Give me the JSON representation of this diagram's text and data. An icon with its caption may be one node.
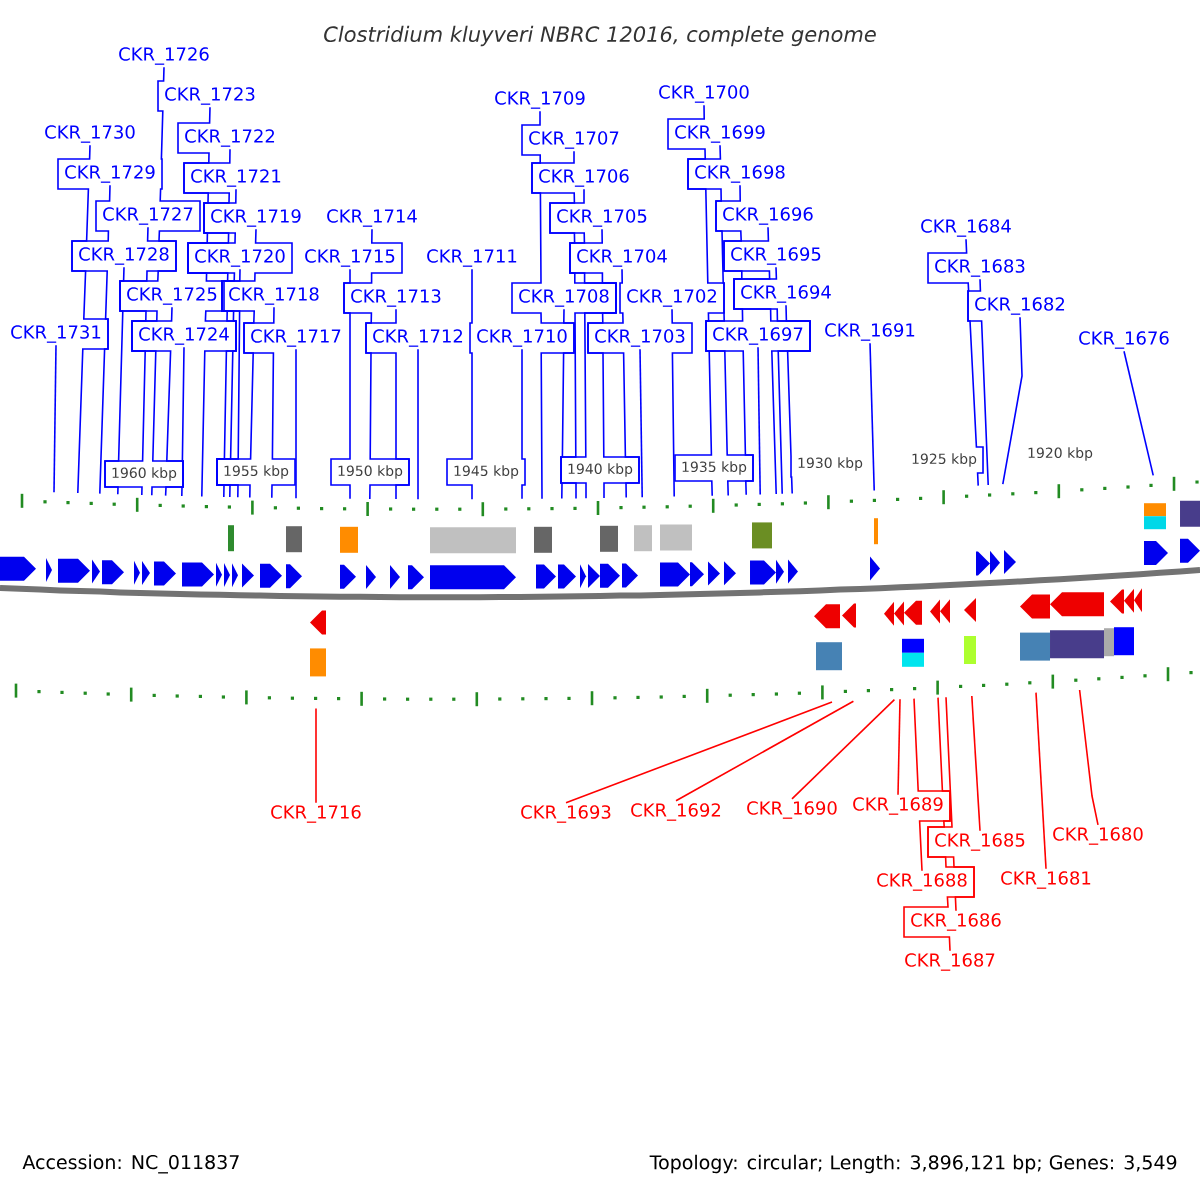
{
  "diagram": {
    "title": "Clostridium kluyveri NBRC 12016, complete genome",
    "nodes": [
      {
        "text": [
          "CKR_1731"
        ]
      },
      {
        "text": [
          "CKR_1730"
        ]
      },
      {
        "text": [
          "CKR_1729"
        ]
      },
      {
        "text": [
          "CKR_1728"
        ]
      },
      {
        "text": [
          "CKR_1727"
        ]
      },
      {
        "text": [
          "CKR_1726"
        ]
      },
      {
        "text": [
          "CKR_1725"
        ]
      },
      {
        "text": [
          "CKR_1724"
        ]
      },
      {
        "text": [
          "CKR_1723"
        ]
      },
      {
        "text": [
          "CKR_1722"
        ]
      },
      {
        "text": [
          "CKR_1721"
        ]
      },
      {
        "text": [
          "CKR_1720"
        ]
      },
      {
        "text": [
          "CKR_1719"
        ]
      },
      {
        "text": [
          "CKR_1718"
        ]
      },
      {
        "text": [
          "CKR_1717"
        ]
      },
      {
        "text": [
          "CKR_1715"
        ]
      },
      {
        "text": [
          "CKR_1714"
        ]
      },
      {
        "text": [
          "CKR_1713"
        ]
      },
      {
        "text": [
          "CKR_1712"
        ]
      },
      {
        "text": [
          "CKR_1711"
        ]
      },
      {
        "text": [
          "CKR_1710"
        ]
      },
      {
        "text": [
          "CKR_1709"
        ]
      },
      {
        "text": [
          "CKR_1708"
        ]
      },
      {
        "text": [
          "CKR_1707"
        ]
      },
      {
        "text": [
          "CKR_1706"
        ]
      },
      {
        "text": [
          "CKR_1705"
        ]
      },
      {
        "text": [
          "CKR_1704"
        ]
      },
      {
        "text": [
          "CKR_1703"
        ]
      },
      {
        "text": [
          "CKR_1702"
        ]
      },
      {
        "text": [
          "CKR_1700"
        ]
      },
      {
        "text": [
          "CKR_1699"
        ]
      },
      {
        "text": [
          "CKR_1698"
        ]
      },
      {
        "text": [
          "CKR_1697"
        ]
      },
      {
        "text": [
          "CKR_1696"
        ]
      },
      {
        "text": [
          "CKR_1695"
        ]
      },
      {
        "text": [
          "CKR_1694"
        ]
      },
      {
        "text": [
          "CKR_1691"
        ]
      },
      {
        "text": [
          "CKR_1684"
        ]
      },
      {
        "text": [
          "CKR_1683"
        ]
      },
      {
        "text": [
          "CKR_1682"
        ]
      },
      {
        "text": [
          "CKR_1676"
        ]
      },
      {
        "text": [
          "CKR_1716"
        ]
      },
      {
        "text": [
          "CKR_1693"
        ]
      },
      {
        "text": [
          "CKR_1692"
        ]
      },
      {
        "text": [
          "CKR_1690"
        ]
      },
      {
        "text": [
          "CKR_1689"
        ]
      },
      {
        "text": [
          "CKR_1688"
        ]
      },
      {
        "text": [
          "CKR_1687"
        ]
      },
      {
        "text": [
          "CKR_1686"
        ]
      },
      {
        "text": [
          "CKR_1685"
        ]
      },
      {
        "text": [
          "CKR_1681"
        ]
      },
      {
        "text": [
          "CKR_1680"
        ]
      },
      {
        "text": [],
        "shape": "ruler"
      },
      {
        "text": [],
        "shape": "ruler"
      }
    ],
    "edges": [
      {
        "from": 0,
        "to": 52,
        "arrow": "none"
      },
      {
        "from": 1,
        "to": 52,
        "arrow": "none"
      },
      {
        "from": 2,
        "to": 52,
        "arrow": "none"
      },
      {
        "from": 3,
        "to": 52,
        "arrow": "none"
      },
      {
        "from": 4,
        "to": 52,
        "arrow": "none"
      },
      {
        "from": 5,
        "to": 52,
        "arrow": "none"
      },
      {
        "from": 6,
        "to": 52,
        "arrow": "none"
      },
      {
        "from": 7,
        "to": 52,
        "arrow": "none"
      },
      {
        "from": 8,
        "to": 52,
        "arrow": "none"
      },
      {
        "from": 9,
        "to": 52,
        "arrow": "none"
      },
      {
        "from": 10,
        "to": 52,
        "arrow": "none"
      },
      {
        "from": 11,
        "to": 52,
        "arrow": "none"
      },
      {
        "from": 12,
        "to": 52,
        "arrow": "none"
      },
      {
        "from": 13,
        "to": 52,
        "arrow": "none"
      },
      {
        "from": 14,
        "to": 52,
        "arrow": "none"
      },
      {
        "from": 15,
        "to": 52,
        "arrow": "none"
      },
      {
        "from": 16,
        "to": 52,
        "arrow": "none"
      },
      {
        "from": 17,
        "to": 52,
        "arrow": "none"
      },
      {
        "from": 18,
        "to": 52,
        "arrow": "none"
      },
      {
        "from": 19,
        "to": 52,
        "arrow": "none"
      },
      {
        "from": 20,
        "to": 52,
        "arrow": "none"
      },
      {
        "from": 21,
        "to": 52,
        "arrow": "none"
      },
      {
        "from": 22,
        "to": 52,
        "arrow": "none"
      },
      {
        "from": 23,
        "to": 52,
        "arrow": "none"
      },
      {
        "from": 24,
        "to": 52,
        "arrow": "none"
      },
      {
        "from": 25,
        "to": 52,
        "arrow": "none"
      },
      {
        "from": 26,
        "to": 52,
        "arrow": "none"
      },
      {
        "from": 27,
        "to": 52,
        "arrow": "none"
      },
      {
        "from": 28,
        "to": 52,
        "arrow": "none"
      },
      {
        "from": 29,
        "to": 52,
        "arrow": "none"
      },
      {
        "from": 30,
        "to": 52,
        "arrow": "none"
      },
      {
        "from": 31,
        "to": 52,
        "arrow": "none"
      },
      {
        "from": 32,
        "to": 52,
        "arrow": "none"
      },
      {
        "from": 33,
        "to": 52,
        "arrow": "none"
      },
      {
        "from": 34,
        "to": 52,
        "arrow": "none"
      },
      {
        "from": 35,
        "to": 52,
        "arrow": "none"
      },
      {
        "from": 36,
        "to": 52,
        "arrow": "none"
      },
      {
        "from": 37,
        "to": 52,
        "arrow": "none"
      },
      {
        "from": 38,
        "to": 52,
        "arrow": "none"
      },
      {
        "from": 39,
        "to": 52,
        "arrow": "none"
      },
      {
        "from": 40,
        "to": 52,
        "arrow": "none"
      },
      {
        "from": 41,
        "to": 53,
        "arrow": "none",
        "color": "#ff0000"
      },
      {
        "from": 42,
        "to": 53,
        "arrow": "none",
        "color": "#ff0000"
      },
      {
        "from": 43,
        "to": 53,
        "arrow": "none",
        "color": "#ff0000"
      },
      {
        "from": 44,
        "to": 53,
        "arrow": "none",
        "color": "#ff0000"
      },
      {
        "from": 45,
        "to": 53,
        "arrow": "none",
        "color": "#ff0000"
      },
      {
        "from": 46,
        "to": 53,
        "arrow": "none",
        "color": "#ff0000"
      },
      {
        "from": 47,
        "to": 53,
        "arrow": "none",
        "color": "#ff0000"
      },
      {
        "from": 48,
        "to": 53,
        "arrow": "none",
        "color": "#ff0000"
      },
      {
        "from": 49,
        "to": 53,
        "arrow": "none",
        "color": "#ff0000"
      },
      {
        "from": 50,
        "to": 53,
        "arrow": "none",
        "color": "#ff0000"
      },
      {
        "from": 51,
        "to": 53,
        "arrow": "none",
        "color": "#ff0000"
      }
    ],
    "labels": [
      "1960 kbp",
      "1955 kbp",
      "1950 kbp",
      "1945 kbp",
      "1940 kbp",
      "1935 kbp",
      "1930 kbp",
      "1925 kbp",
      "1920 kbp",
      "Accession: NC_011837",
      "Topology: circular; Length: 3,896,121 bp; Genes: 3,549"
    ]
  }
}
